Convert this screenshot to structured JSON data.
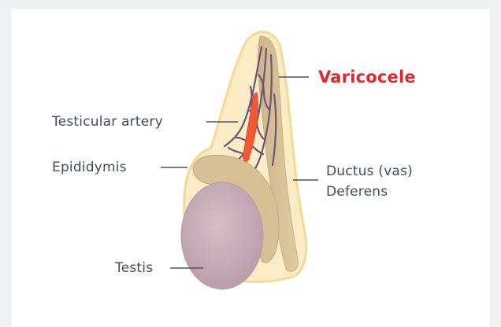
{
  "diagram": {
    "title": "Varicocele",
    "labels": {
      "testicular_artery": "Testicular artery",
      "epididymis": "Epididymis",
      "ductus_line1": "Ductus (vas)",
      "ductus_line2": "Deferens",
      "testis": "Testis"
    },
    "colors": {
      "title": "#e0282c",
      "label_text": "#3f4c63",
      "leader_line": "#4a5468",
      "scrotum_outline": "#f7dfa6",
      "scrotum_fill": "#fbecc6",
      "cord": "#d8c49a",
      "epididymis": "#cdb68c",
      "testis": "#c7aeb8",
      "artery": "#ee5a33",
      "veins": "#6f5478"
    }
  }
}
